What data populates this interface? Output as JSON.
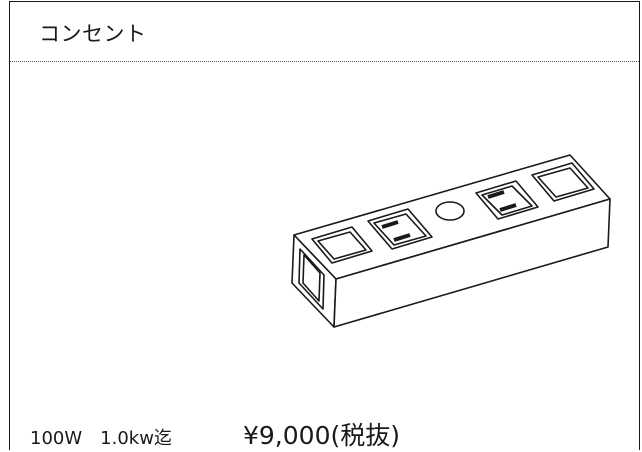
{
  "card": {
    "title": "コンセント",
    "spec": "100W　1.0kw迄",
    "price": "¥9,000(税抜)"
  },
  "image": {
    "subject": "power-strip-outlet-icon"
  }
}
